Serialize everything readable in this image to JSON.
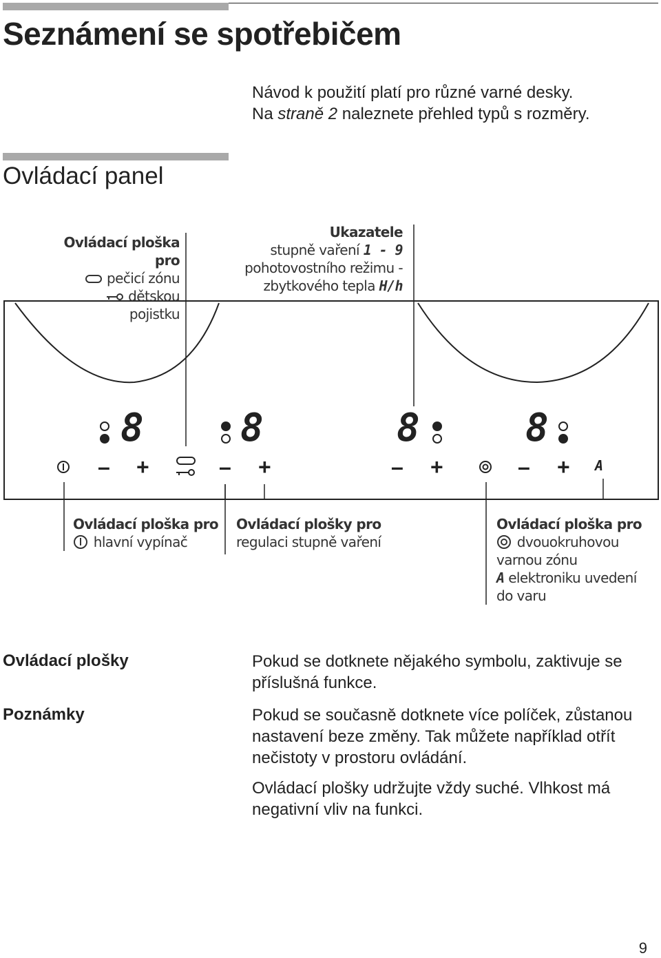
{
  "page": {
    "title": "Seznámení se spotřebičem",
    "intro_line1": "Návod k použití platí pro různé varné desky.",
    "intro_line2_a": "Na ",
    "intro_line2_em": "straně 2",
    "intro_line2_b": " naleznete přehled typů s rozměry.",
    "section_title": "Ovládací panel",
    "page_number": "9"
  },
  "diagram": {
    "callout_top_left": {
      "title": "Ovládací ploška pro",
      "line1": "pečicí zónu",
      "line2": "dětskou pojistku"
    },
    "callout_top_right": {
      "title": "Ukazatele",
      "line1": "stupně vaření",
      "line1_symbol": "1 - 9",
      "line2": "pohotovostního režimu -",
      "line3": "zbytkového tepla",
      "line3_symbol": "H/h"
    },
    "callout_bottom_left": {
      "title": "Ovládací ploška pro",
      "line1": "hlavní vypínač"
    },
    "callout_bottom_middle": {
      "title": "Ovládací plošky pro",
      "line1": "regulaci stupně vaření"
    },
    "callout_bottom_right": {
      "title": "Ovládací ploška pro",
      "line1": "dvouokruhovou",
      "line2": "varnou zónu",
      "line3": "elektroniku uvedení",
      "line4": "do varu",
      "symbol_a": "A"
    },
    "display_digit": "8",
    "minus": "–",
    "plus": "+",
    "auto_symbol": "A"
  },
  "notes": {
    "label_controls": "Ovládací plošky",
    "text_controls": "Pokud se dotknete nějakého symbolu, zaktivuje se příslušná funkce.",
    "label_notes": "Poznámky",
    "text_notes_1": "Pokud se současně dotknete více políček, zůstanou nastavení beze změny. Tak můžete například otřít nečistoty v prostoru ovládání.",
    "text_notes_2": "Ovládací plošky udržujte vždy suché. Vlhkost má negativní vliv na funkci."
  }
}
